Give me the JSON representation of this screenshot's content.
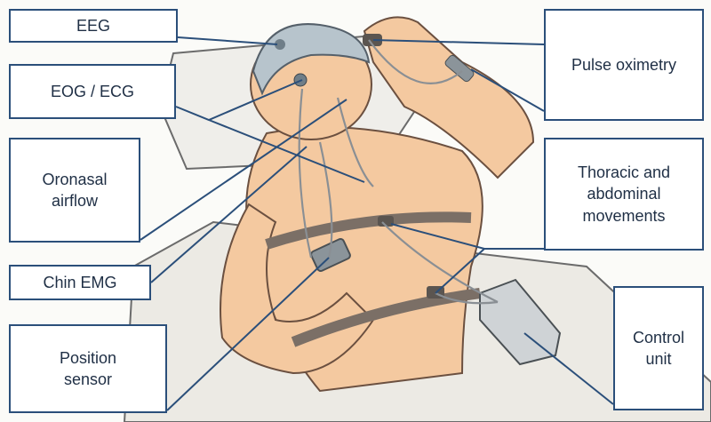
{
  "labels": {
    "eeg": "EEG",
    "eog_ecg": "EOG / ECG",
    "oronasal_airflow": "Oronasal\nairflow",
    "chin_emg": "Chin EMG",
    "position_sensor": "Position\nsensor",
    "pulse_oximetry": "Pulse oximetry",
    "thoracic_abdominal": "Thoracic and\nabdominal\nmovements",
    "control_unit": "Control\nunit"
  },
  "colors": {
    "line": "#2b4f7a",
    "skin": "#f4c9a0",
    "skin_shadow": "#e3a97a",
    "cap": "#b7c4cc",
    "belt": "#7b6f66",
    "wire": "#8a8f94",
    "bed": "#eceae4"
  }
}
